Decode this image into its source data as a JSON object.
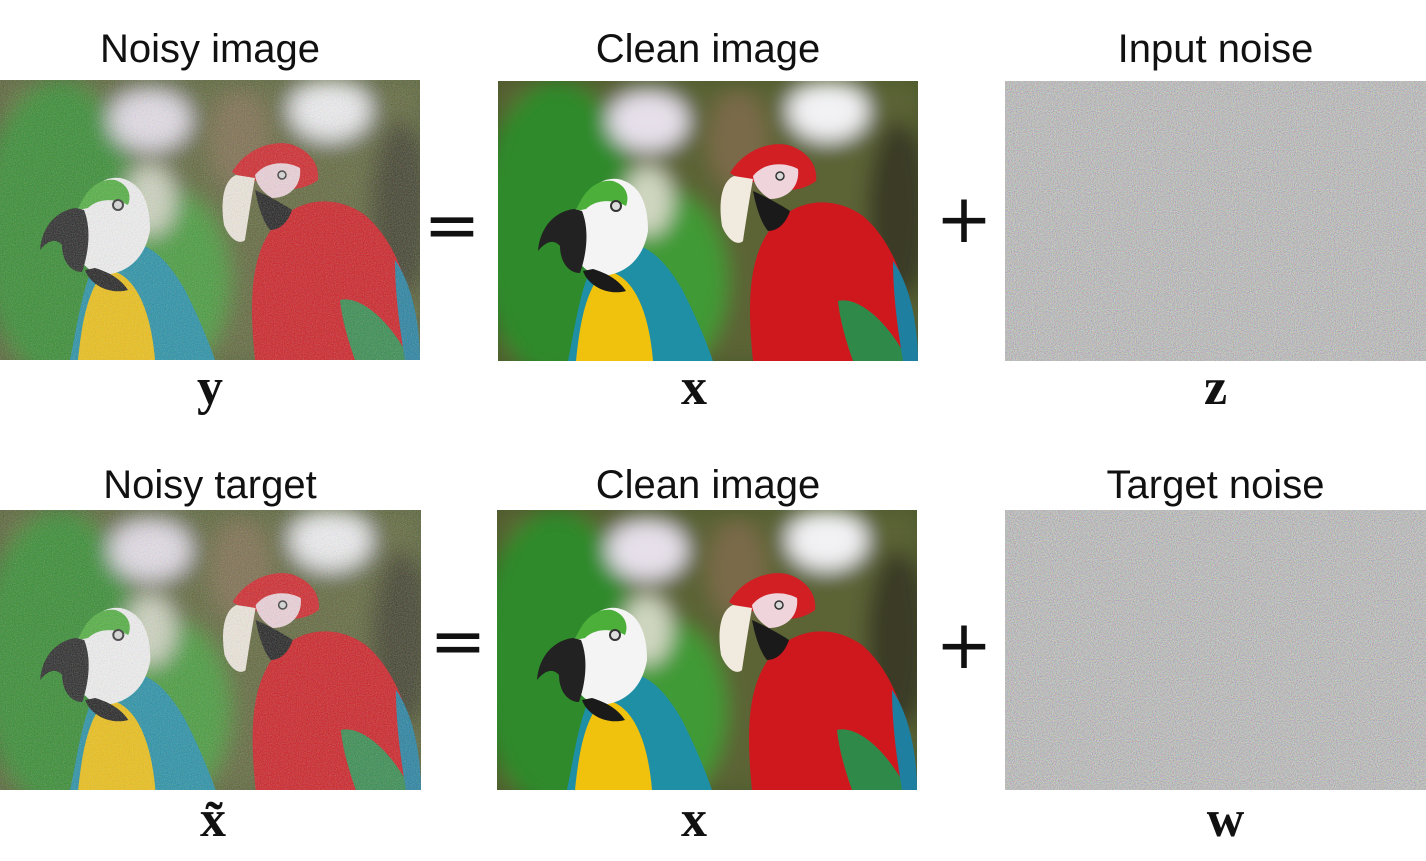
{
  "rows": [
    {
      "left": {
        "title": "Noisy image",
        "symbol": "y"
      },
      "middle": {
        "title": "Clean image",
        "symbol": "x"
      },
      "right": {
        "title": "Input noise",
        "symbol": "z"
      },
      "operator_1": "=",
      "operator_2": "+"
    },
    {
      "left": {
        "title": "Noisy target",
        "symbol": "x̃"
      },
      "middle": {
        "title": "Clean image",
        "symbol": "x"
      },
      "right": {
        "title": "Target noise",
        "symbol": "w"
      },
      "operator_1": "=",
      "operator_2": "+"
    }
  ],
  "colors": {
    "background": "#ffffff",
    "text": "#111111",
    "noise_gray": "#8a8a8a",
    "macaw_red": "#c8161c",
    "macaw_yellow": "#f2c30a",
    "macaw_teal": "#1e8fa0",
    "foliage_green": "#3e8a2e"
  }
}
